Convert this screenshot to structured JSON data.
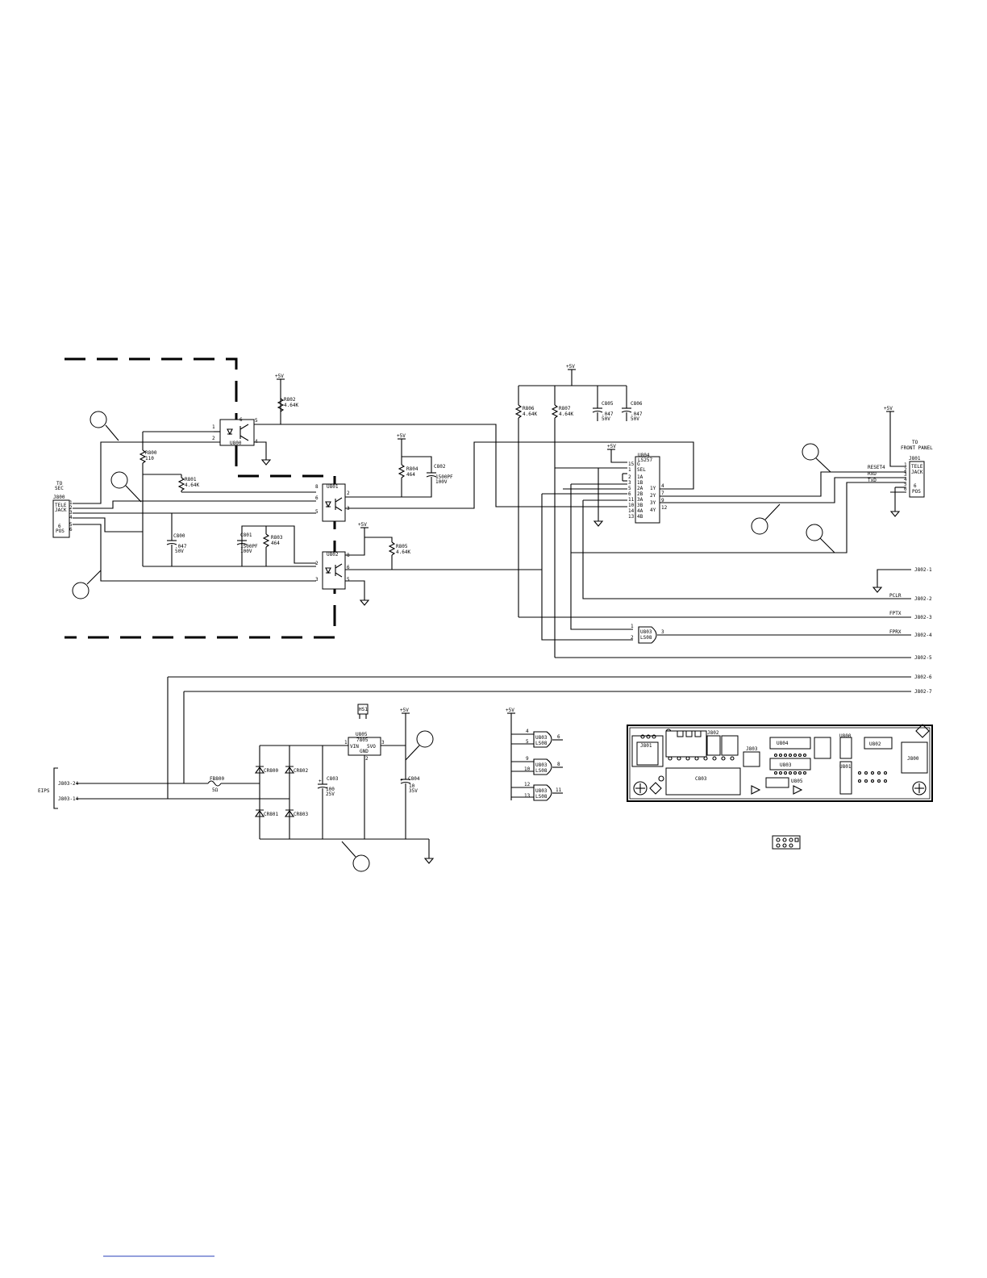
{
  "power": {
    "vcc": "+5V"
  },
  "connectors": {
    "j800": {
      "title1": "TO",
      "title2": "SEC",
      "ref": "J800",
      "tele": "TELE",
      "jack": "JACK",
      "pos_num": "6",
      "pos": "POS",
      "pins": [
        "1",
        "2",
        "3",
        "4",
        "5",
        "6"
      ]
    },
    "j801": {
      "title1": "TO",
      "title2": "FRONT PANEL",
      "ref": "J801",
      "tele": "TELE",
      "jack": "JACK",
      "pos_num": "6",
      "pos": "POS",
      "pins": [
        "1",
        "2",
        "3",
        "4",
        "5",
        "6"
      ]
    },
    "j802": [
      "J802-1",
      "J802-2",
      "J802-3",
      "J802-4",
      "J802-5",
      "J802-6",
      "J802-7"
    ],
    "j803": {
      "label": "EIPS",
      "pin_a": "J803-24",
      "pin_b": "J803-14"
    }
  },
  "nets": {
    "reset": "RESET4",
    "rxd": "RxD",
    "txd": "TxD",
    "pclr": "PCLR",
    "fptx": "FPTX",
    "fprx": "FPRX"
  },
  "components": {
    "r800": {
      "ref": "R800",
      "val": "110"
    },
    "r801": {
      "ref": "R801",
      "val": "4.64K"
    },
    "r802": {
      "ref": "R802",
      "val": "4.64K"
    },
    "r803": {
      "ref": "R803",
      "val": "464"
    },
    "r804": {
      "ref": "R804",
      "val": "464"
    },
    "r805": {
      "ref": "R805",
      "val": "4.64K"
    },
    "r806": {
      "ref": "R806",
      "val": "4.64K"
    },
    "r807": {
      "ref": "R807",
      "val": "4.64K"
    },
    "c800": {
      "ref": "C800",
      "val1": ".047",
      "val2": "50V"
    },
    "c801": {
      "ref": "C801",
      "val1": "1500PF",
      "val2": "100V"
    },
    "c802": {
      "ref": "C802",
      "val1": "1500PF",
      "val2": "100V"
    },
    "c803": {
      "ref": "C803",
      "val1": "100",
      "val2": "25V"
    },
    "c804": {
      "ref": "C804",
      "val1": "10",
      "val2": "35V"
    },
    "c805": {
      "ref": "C805",
      "val1": ".047",
      "val2": "50V"
    },
    "c806": {
      "ref": "C806",
      "val1": ".047",
      "val2": "50V"
    },
    "u800": {
      "ref": "U800",
      "pins": [
        "1",
        "2",
        "6",
        "5",
        "4"
      ]
    },
    "u801": {
      "ref": "U801",
      "pins": [
        "8",
        "6",
        "5",
        "2",
        "3"
      ]
    },
    "u802": {
      "ref": "U802",
      "pins": [
        "2",
        "3",
        "8",
        "6",
        "5"
      ]
    },
    "u803": {
      "ref": "U803",
      "type": "LS08",
      "pins": [
        "1",
        "2",
        "3"
      ]
    },
    "u804": {
      "ref": "U804",
      "type": "LS257",
      "pins_left": [
        "15",
        "1",
        "2",
        "3",
        "5",
        "6",
        "11",
        "10",
        "14",
        "13"
      ],
      "labels_left": [
        "G",
        "SEL",
        "1A",
        "1B",
        "2A",
        "2B",
        "3A",
        "3B",
        "4A",
        "4B"
      ],
      "pins_right": [
        "4",
        "7",
        "9",
        "12"
      ],
      "labels_right": [
        "1Y",
        "2Y",
        "3Y",
        "4Y"
      ]
    },
    "u805": {
      "ref": "U805",
      "type": "7805",
      "vin": "VIN",
      "vout": "5VO",
      "gnd": "GND",
      "pins": [
        "1",
        "3",
        "2"
      ]
    },
    "hs1": {
      "ref": "HS1"
    },
    "fb800": {
      "ref": "FB800",
      "val": "5Ω"
    },
    "diodes": [
      "CR800",
      "CR802",
      "CR801",
      "CR803"
    ],
    "spare_gates": [
      {
        "ref": "U803",
        "type": "LS08",
        "in1": "4",
        "in2": "5",
        "out": "6"
      },
      {
        "ref": "U803",
        "type": "LS08",
        "in1": "9",
        "in2": "10",
        "out": "8"
      },
      {
        "ref": "U803",
        "type": "LS08",
        "in1": "12",
        "in2": "13",
        "out": "11"
      }
    ]
  },
  "board": {
    "labels": [
      "J801",
      "J802",
      "J803",
      "U804",
      "U803",
      "U800",
      "U801",
      "U802",
      "J800",
      "C803",
      "U805"
    ]
  }
}
